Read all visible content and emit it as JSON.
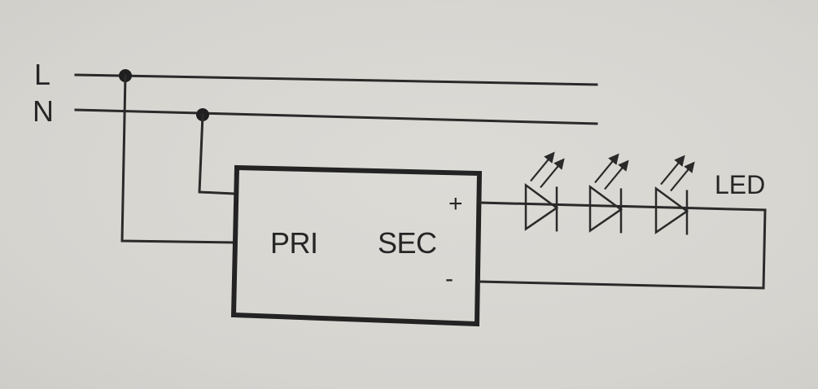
{
  "labels": {
    "line": "L",
    "neutral": "N",
    "primary": "PRI",
    "secondary": "SEC",
    "positive": "+",
    "negative": "-",
    "led": "LED"
  },
  "led_count": 3,
  "colors": {
    "line": "#2a2a2a",
    "background": "#d9d7d2"
  }
}
